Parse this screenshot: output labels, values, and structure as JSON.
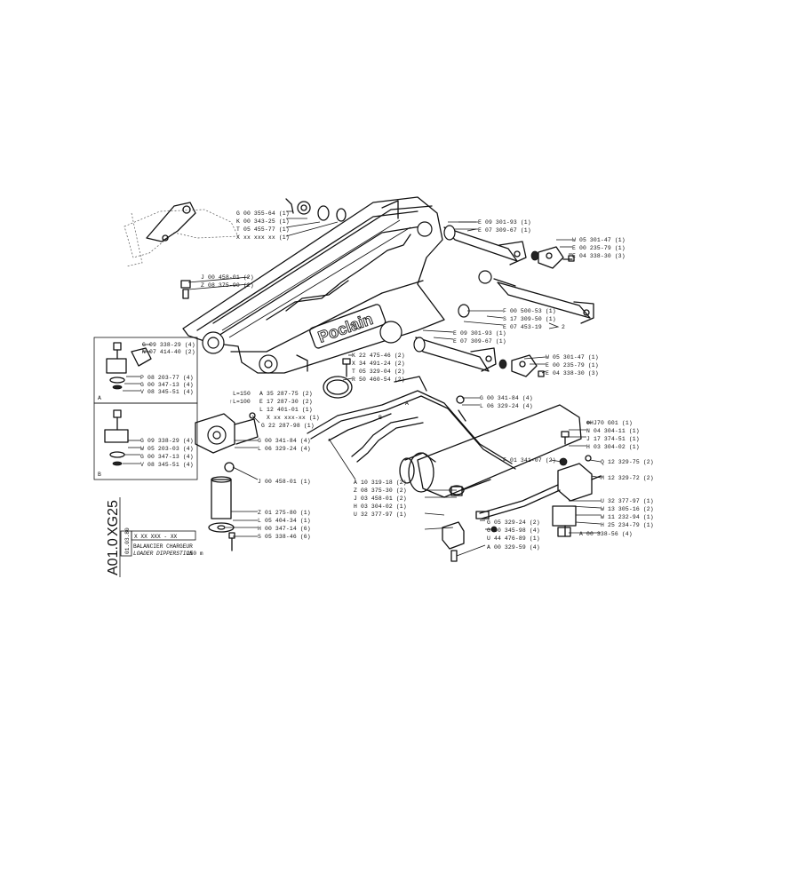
{
  "title_block": {
    "code_left": "XG25",
    "code_right": "A01.0",
    "small_code": "01.03.80",
    "part_ref": "X XX XXX - XX",
    "title_fr": "BALANCIER CHARGEUR",
    "title_en": "LOADER DIPPERSTICK",
    "length": "250 m"
  },
  "brand": "Poclain",
  "letters": {
    "a": "A",
    "b": "B"
  },
  "callouts": {
    "top_center": [
      "G 00 355-64 (1)",
      "K 00 343-25 (1)",
      "T 05 455-77 (1)",
      "X xx xxx xx (1)"
    ],
    "upper_right": [
      "E 09 301-93 (1)",
      "E 07 309-67 (1)"
    ],
    "right_plate_top": [
      "W 05 301-47 (1)",
      "E 00 235-79 (1)",
      "E 04 338-30 (3)"
    ],
    "right_pin": [
      "F 00 500-53 (1)",
      "S 17 309-50 (1)",
      "E 07 453-19"
    ],
    "right_pin_2": "2",
    "mid_right": [
      "E 09 301-93 (1)",
      "E 07 309-67 (1)"
    ],
    "right_plate_mid": [
      "W 05 301-47 (1)",
      "E 00 235-79 (1)",
      "E 04 338-30 (3)"
    ],
    "left_top": [
      "J 00 458-01 (2)",
      "Z 08 375-90 (2)"
    ],
    "boxA": [
      "G 09 338-29 (4)",
      "N 07 414-40 (2)",
      "P 08 203-77 (4)",
      "G 00 347-13 (4)",
      "V 08 345-51 (4)"
    ],
    "boxB": [
      "G 09 338-29 (4)",
      "W 05 203-03 (4)",
      "G 00 347-13 (4)",
      "V 08 345-51 (4)"
    ],
    "center": [
      "K 22 475-46 (2)",
      "X 34 491-24 (2)",
      "T 05 329-04 (2)",
      "R 50 460-54 (2)"
    ],
    "lengths": [
      "L=150",
      "A 35 287-75 (2)",
      "↑L=100",
      "E 17 287-30 (2)",
      "L 12 401-01 (1)"
    ],
    "hose_ref": "X xx xxx-xx (1)",
    "g22": "G 22 287-98 (1)",
    "left_lower": [
      "G 00 341-84 (4)",
      "L 06 329-24 (4)"
    ],
    "j_single": "J 00 458-01 (1)",
    "center_right": [
      "G 00 341-84 (4)",
      "L 06 329-24 (4)"
    ],
    "cyl_right": [
      "ΦHJ70 G01 (1)",
      "N 04 304-11 (1)",
      "J 17 374-51 (1)",
      "H 03 304-02 (1)"
    ],
    "f01": "F 01 341-07 (2)",
    "valve": [
      "Q 12 329-75 (2)",
      "M 12 329-72 (2)"
    ],
    "bottom_right": [
      "U 32 377-97 (1)",
      "W 13 305-16 (2)",
      "W 11 232-94 (1)",
      "H 25 234-79 (1)",
      "A 00 338-56 (4)"
    ],
    "bottom_center": [
      "A 10 319-18 (2)",
      "Z 08 375-30 (2)",
      "J 03 458-01 (2)",
      "H 03 304-02 (1)",
      "U 32 377-97 (1)"
    ],
    "bottom_center_2": [
      "G 05 329-24 (2)",
      "G 00 345-98 (4)",
      "U 44 476-89 (1)",
      "A 00 329-59 (4)"
    ],
    "pin_bottom": [
      "Z 01 275-80 (1)",
      "L 05 404-34 (1)",
      "H 00 347-14 (6)",
      "S 05 338-46 (6)"
    ]
  }
}
